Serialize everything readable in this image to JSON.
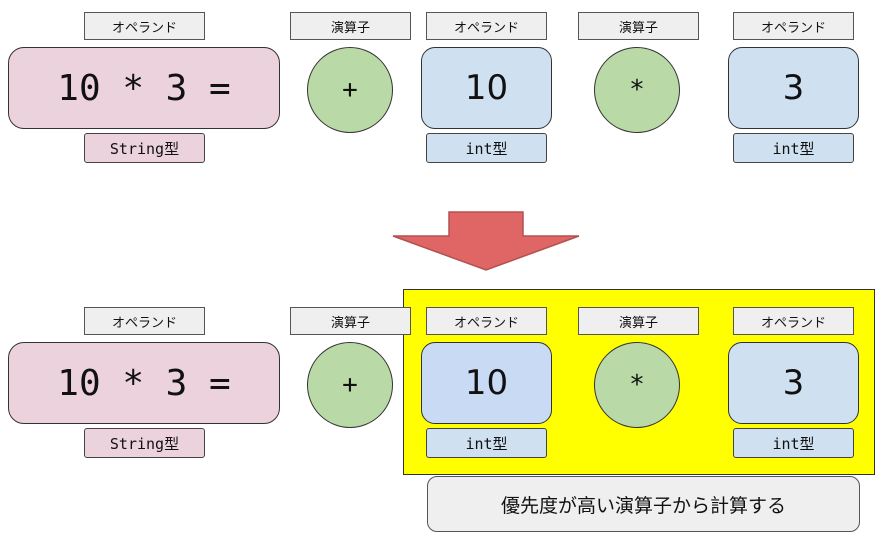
{
  "labels": {
    "operand": "オペランド",
    "operator": "演算子",
    "string_type": "String型",
    "int_type": "int型"
  },
  "expression": {
    "string_literal": "10 * 3 =",
    "plus": "+",
    "left_number": "10",
    "times": "*",
    "right_number": "3"
  },
  "note": "優先度が高い演算子から計算する",
  "colors": {
    "string_fill": "#ebd2dc",
    "operator_fill": "#b9d9a7",
    "int_fill": "#cfe0f1",
    "arrow_fill": "#e06666",
    "highlight": "#ffff00",
    "tag_fill": "#efefef"
  }
}
